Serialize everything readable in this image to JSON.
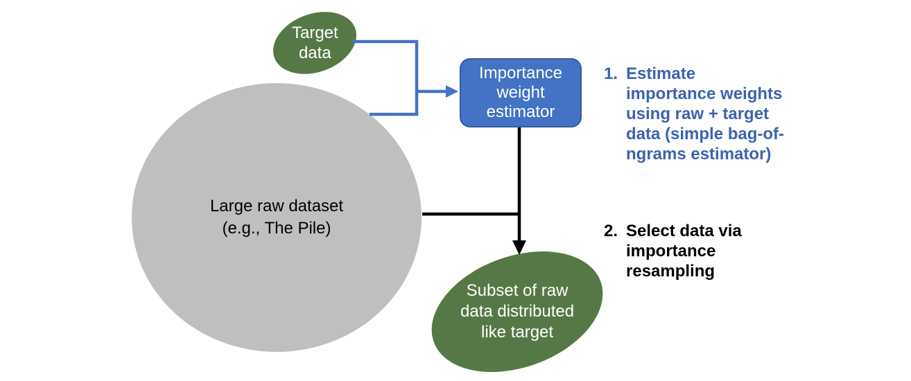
{
  "diagram": {
    "nodes": {
      "target_data": {
        "label": "Target\ndata",
        "fill": "#567846",
        "text_color": "#ffffff"
      },
      "raw_dataset": {
        "label": "Large raw dataset\n(e.g., The Pile)",
        "fill": "#bfbfbf",
        "text_color": "#000000"
      },
      "estimator": {
        "label": "Importance\nweight\nestimator",
        "fill": "#4472c4",
        "text_color": "#ffffff"
      },
      "subset": {
        "label": "Subset of raw\ndata distributed\nlike target",
        "fill": "#567846",
        "text_color": "#ffffff"
      }
    },
    "connectors": {
      "blue": "#4472c4",
      "black": "#000000"
    },
    "steps": [
      {
        "number": "1.",
        "text": "Estimate\nimportance weights\nusing raw + target\ndata (simple bag-of-\nngrams estimator)",
        "color": "#3d63ae"
      },
      {
        "number": "2.",
        "text": "Select data via\nimportance\nresampling",
        "color": "#000000"
      }
    ]
  }
}
